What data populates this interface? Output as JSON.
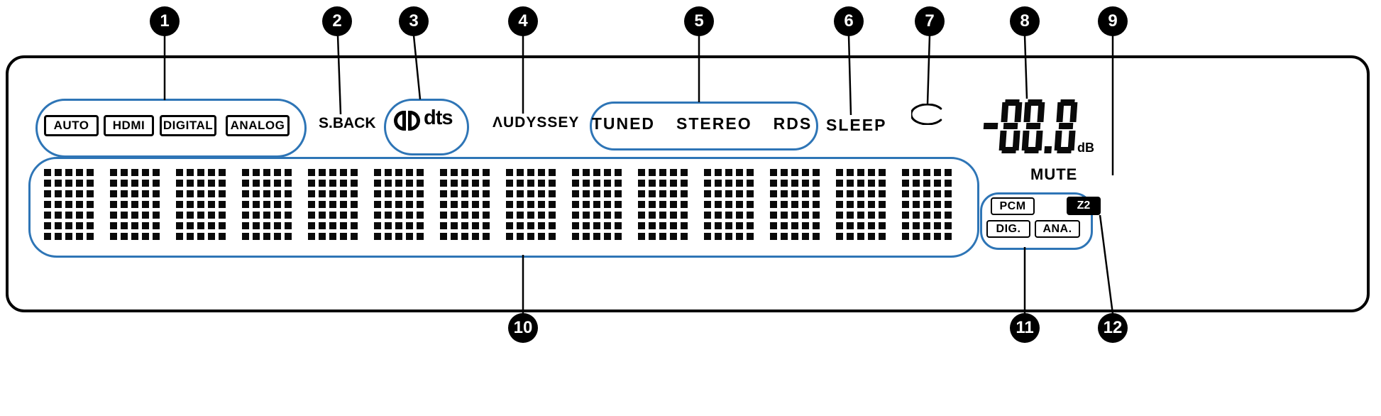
{
  "colors": {
    "annotation": "#2e75b6",
    "ink": "#0a0a0a"
  },
  "callouts": {
    "labels": [
      "1",
      "2",
      "3",
      "4",
      "5",
      "6",
      "7",
      "8",
      "9",
      "10",
      "11",
      "12"
    ]
  },
  "display": {
    "input_modes": [
      "AUTO",
      "HDMI",
      "DIGITAL",
      "ANALOG"
    ],
    "surround_back": "S.BACK",
    "decoder_icons": {
      "dolby": "dolby-double-d-icon",
      "dts": "dts"
    },
    "audyssey": "ΛUDYSSEY",
    "tuner_modes": [
      "TUNED",
      "STEREO",
      "RDS"
    ],
    "sleep": "SLEEP",
    "loop_icon": "loop-circle-icon",
    "volume": {
      "value": "-88.8",
      "unit": "dB"
    },
    "mute": "MUTE",
    "matrix": {
      "cells": 14,
      "cols": 5,
      "rows": 7
    },
    "signals": {
      "pcm": "PCM",
      "z2": "Z2",
      "dig": "DIG.",
      "ana": "ANA."
    }
  }
}
